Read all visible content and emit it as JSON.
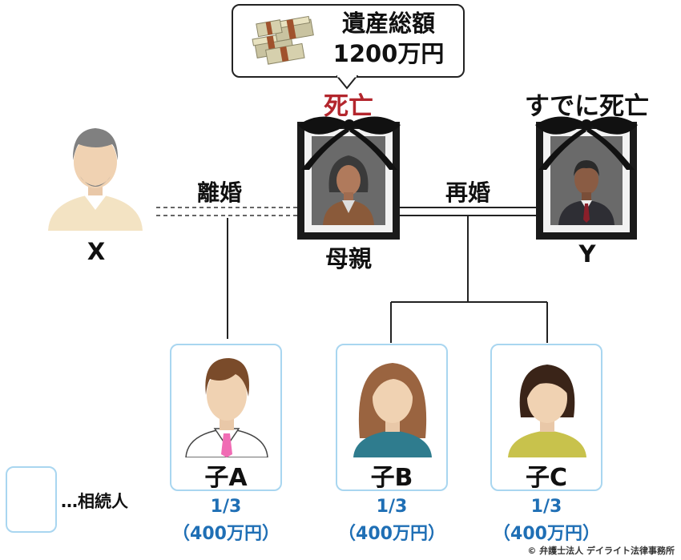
{
  "estate": {
    "label": "遺産総額",
    "amount": "1200万円",
    "icon": "money-stack-icon"
  },
  "mother": {
    "status": "死亡",
    "label": "母親"
  },
  "x_person": {
    "label": "X"
  },
  "y_person": {
    "status": "すでに死亡",
    "label": "Y"
  },
  "relations": {
    "divorce": "離婚",
    "remarriage": "再婚"
  },
  "children": [
    {
      "label": "子A",
      "share": "1/3",
      "amount": "（400万円）"
    },
    {
      "label": "子B",
      "share": "1/3",
      "amount": "（400万円）"
    },
    {
      "label": "子C",
      "share": "1/3",
      "amount": "（400万円）"
    }
  ],
  "legend": {
    "text": "…相続人"
  },
  "colors": {
    "status_red": "#b3262d",
    "heir_border": "#a9d6f0",
    "share_blue": "#1f6fb5"
  },
  "credit": "© 弁護士法人 デイライト法律事務所"
}
